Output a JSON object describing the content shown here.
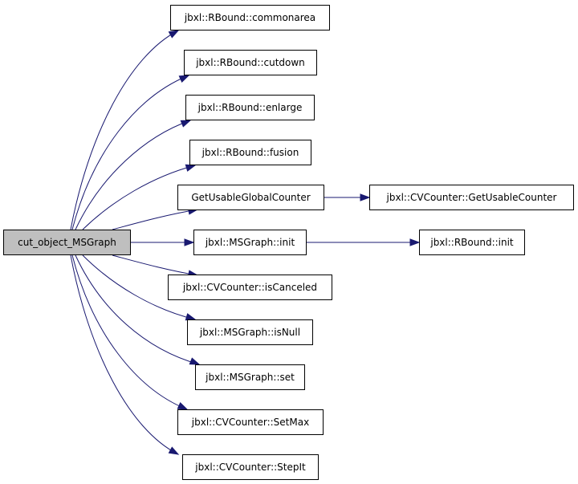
{
  "root": {
    "label": "cut_object_MSGraph"
  },
  "callees": [
    {
      "label": "jbxl::RBound::commonarea"
    },
    {
      "label": "jbxl::RBound::cutdown"
    },
    {
      "label": "jbxl::RBound::enlarge"
    },
    {
      "label": "jbxl::RBound::fusion"
    },
    {
      "label": "GetUsableGlobalCounter"
    },
    {
      "label": "jbxl::MSGraph::init"
    },
    {
      "label": "jbxl::CVCounter::isCanceled"
    },
    {
      "label": "jbxl::MSGraph::isNull"
    },
    {
      "label": "jbxl::MSGraph::set"
    },
    {
      "label": "jbxl::CVCounter::SetMax"
    },
    {
      "label": "jbxl::CVCounter::StepIt"
    }
  ],
  "second_level": [
    {
      "label": "jbxl::CVCounter::GetUsableCounter"
    },
    {
      "label": "jbxl::RBound::init"
    }
  ],
  "colors": {
    "edge": "#191970",
    "root_fill": "#bfbfbf",
    "node_border": "#000000"
  }
}
